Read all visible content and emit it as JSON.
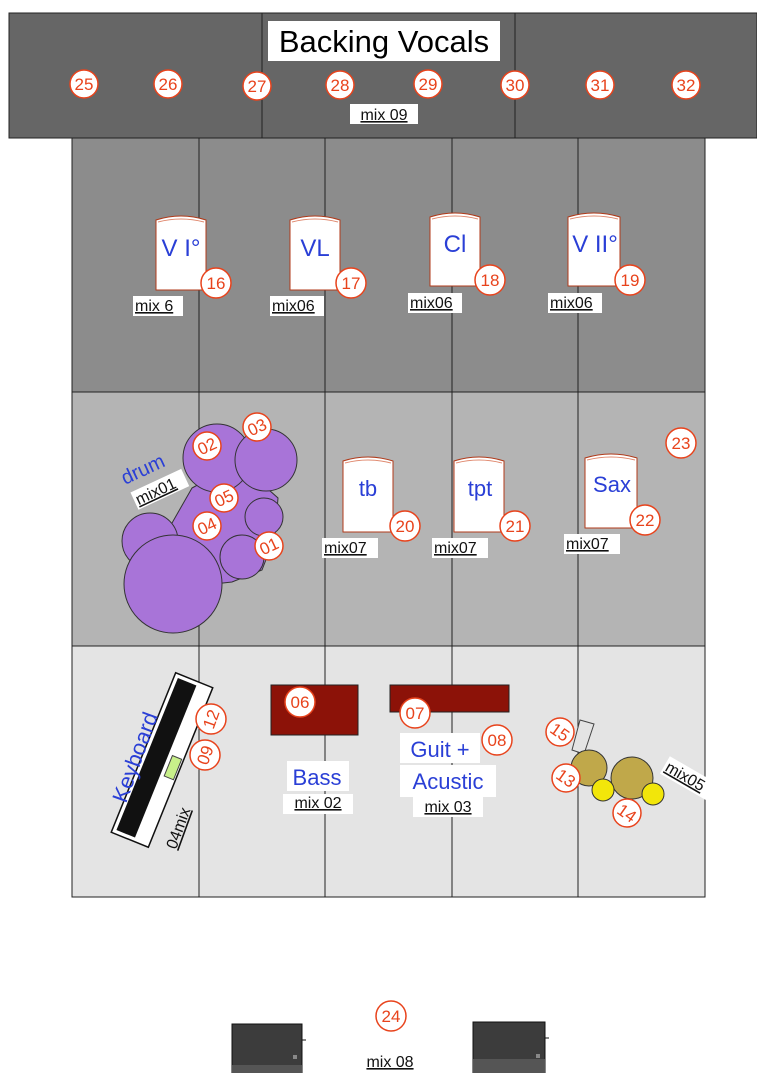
{
  "riser": {
    "title": "Backing Vocals",
    "mix": "mix 09",
    "numbers": [
      "25",
      "26",
      "27",
      "28",
      "29",
      "30",
      "31",
      "32"
    ]
  },
  "strings": [
    {
      "label": "V I°",
      "num": "16",
      "mix": "mix 6"
    },
    {
      "label": "VL",
      "num": "17",
      "mix": "mix06"
    },
    {
      "label": "Cl",
      "num": "18",
      "mix": "mix06"
    },
    {
      "label": "V II°",
      "num": "19",
      "mix": "mix06"
    }
  ],
  "drum": {
    "label": "drum",
    "mix": "mix01",
    "numbers": [
      "02",
      "03",
      "05",
      "04",
      "01"
    ]
  },
  "horns": [
    {
      "label": "tb",
      "num": "20",
      "mix": "mix07"
    },
    {
      "label": "tpt",
      "num": "21",
      "mix": "mix07"
    },
    {
      "label": "Sax",
      "num": "22",
      "mix": "mix07"
    }
  ],
  "sax_extra_num": "23",
  "keyboard": {
    "label": "Keyboard",
    "mix": "04mix",
    "nums": [
      "12",
      "09"
    ]
  },
  "bass": {
    "label": "Bass",
    "num": "06",
    "mix": "mix 02"
  },
  "guitar": {
    "label_line1": "Guit +",
    "label_line2": "Acustic",
    "nums": [
      "07",
      "08"
    ],
    "mix": "mix 03"
  },
  "percussion": {
    "nums": [
      "15",
      "13",
      "14"
    ],
    "mix": "mix05"
  },
  "front": {
    "num": "24",
    "mix": "mix 08"
  },
  "colors": {
    "riser": "#666666",
    "strings_zone": "#8c8c8c",
    "mid_zone": "#b4b4b4",
    "front_zone": "#e4e4e4",
    "numbers": "#e8431c",
    "labels": "#2a3fd6",
    "drum_kit": "#a874d8",
    "amp": "#8c1208",
    "percussion": "#c0a84a",
    "shaker": "#f2e60a"
  }
}
